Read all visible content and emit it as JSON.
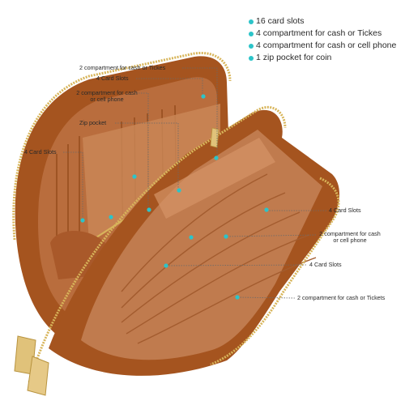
{
  "colors": {
    "leather": "#a5541f",
    "leather_dark": "#7a3a12",
    "interior": "#c07b4e",
    "interior_light": "#d59466",
    "zipper": "#d8b55a",
    "marker": "#2cc4c9",
    "leader": "#6a6a6a"
  },
  "features": [
    "16 card slots",
    "4 compartment for cash or Tickes",
    "4 compartment for cash or cell phone",
    "1 zip pocket for coin"
  ],
  "callouts": {
    "top_cash": "2 compartment for cash or Tickes",
    "top_card": "4 Card Slots",
    "top_phone": "2 compartment for cash or cell phone",
    "zip_pocket": "Zip pocket",
    "left_card": "4 Card Slots",
    "right_card": "4 Card Slots",
    "right_phone": "2 compartment for cash or cell phone",
    "bottom_card": "4 Card Slots",
    "bottom_cash": "2 compartment for cash or Tickets"
  }
}
